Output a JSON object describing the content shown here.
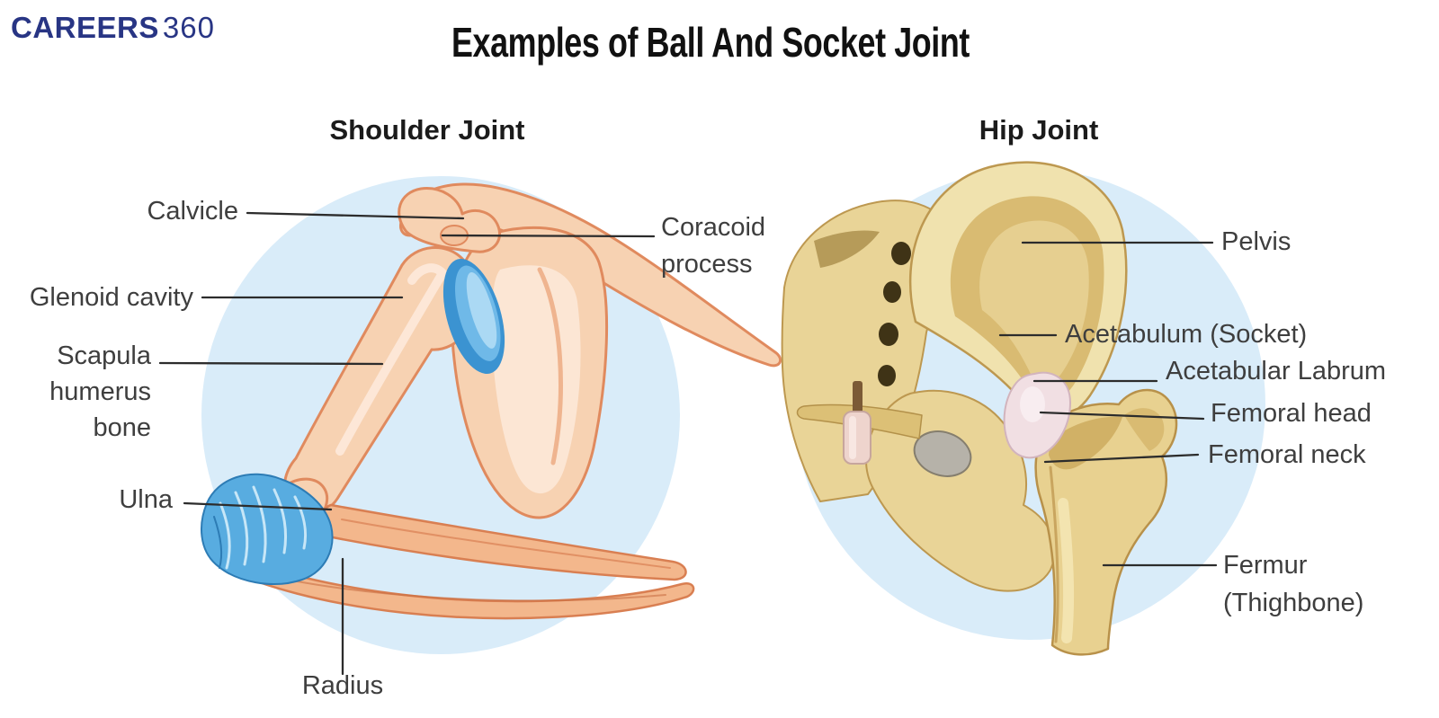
{
  "logo": {
    "text_bold": "CAREERS",
    "text_light": "360"
  },
  "title": "Examples of Ball And Socket Joint",
  "shoulder": {
    "heading": "Shoulder Joint",
    "labels": {
      "calvicle": "Calvicle",
      "coracoid_process": "Coracoid\nprocess",
      "glenoid_cavity": "Glenoid cavity",
      "scapula_humerus_bone": "Scapula\nhumerus\nbone",
      "ulna": "Ulna",
      "radius": "Radius"
    }
  },
  "hip": {
    "heading": "Hip Joint",
    "labels": {
      "pelvis": "Pelvis",
      "acetabulum": "Acetabulum (Socket)",
      "acetabular_labrum": "Acetabular Labrum",
      "femoral_head": "Femoral head",
      "femoral_neck": "Femoral neck",
      "femur": "Fermur\n(Thighbone)"
    }
  },
  "colors": {
    "background": "#ffffff",
    "logo_navy": "#283584",
    "title_black": "#111111",
    "label_gray": "#3e3e3e",
    "circle_light_blue": "#d9ecf9",
    "shoulder_bone_peach": "#f7d2b2",
    "shoulder_bone_outline": "#e08a5e",
    "forearm_bone_orange": "#f3b78c",
    "joint_capsule_blue": "#3b93d1",
    "elbow_capsule_blue": "#58ace0",
    "hip_bone_tan": "#e9d497",
    "hip_bone_outline": "#bd9850",
    "hip_bone_shadow": "#c9a558",
    "labrum_pink": "#f1dfe3",
    "leader_line": "#2c2c2c"
  }
}
